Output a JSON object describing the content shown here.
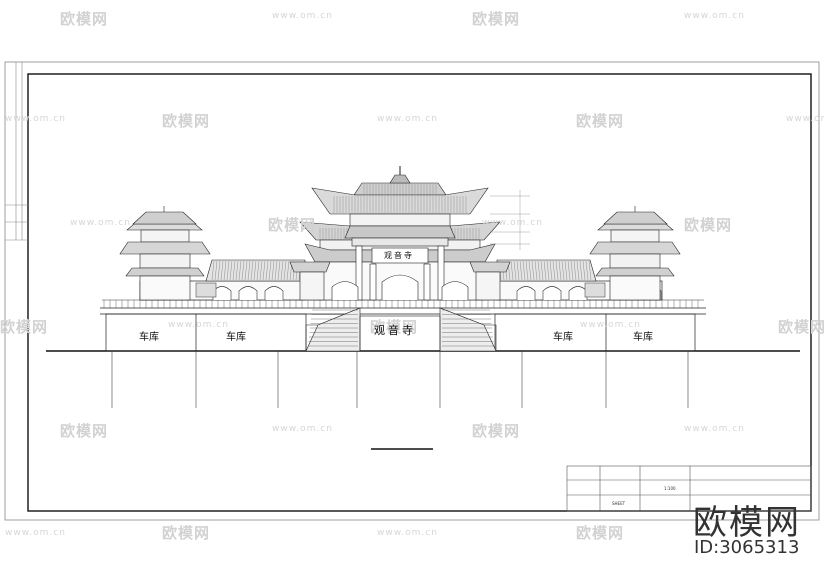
{
  "watermark": {
    "brand": "欧模网",
    "url": "www.om.cn",
    "id_label": "ID:3065313"
  },
  "drawing": {
    "temple_name_plaque": "观音寺",
    "temple_name_front": "观音寺",
    "garage_labels": [
      "车库",
      "车库",
      "车库",
      "车库"
    ],
    "title_block_scale": "1:100",
    "title_block_small": "SHEET"
  }
}
